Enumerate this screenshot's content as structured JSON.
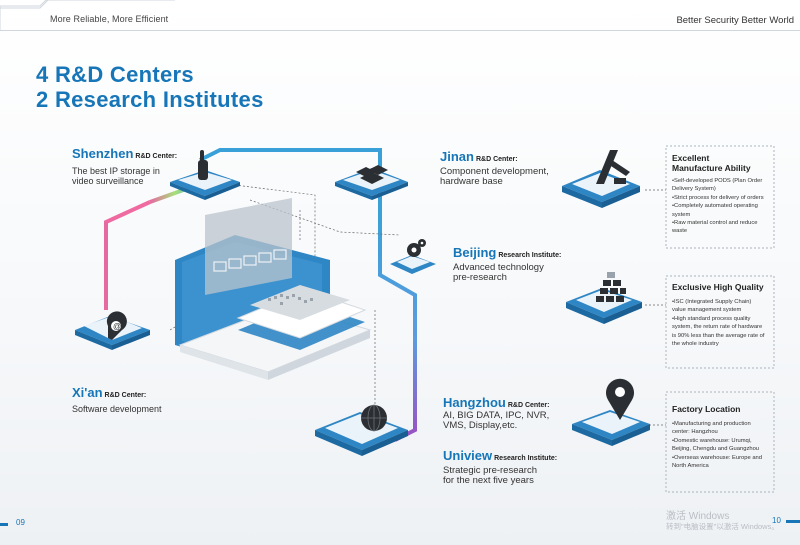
{
  "header": {
    "left_slogan": "More Reliable, More Efficient",
    "right_slogan": "Better Security Better World"
  },
  "title": {
    "line1": "4 R&D Centers",
    "line2": "2 Research Institutes"
  },
  "centers": {
    "shenzhen": {
      "name": "Shenzhen",
      "tag": "R&D Center:",
      "desc1": "The best IP storage in",
      "desc2": "video surveillance"
    },
    "xian": {
      "name": "Xi'an",
      "tag": "R&D Center:",
      "desc1": "Software development"
    },
    "jinan": {
      "name": "Jinan",
      "tag": "R&D Center:",
      "desc1": "Component development,",
      "desc2": "hardware base"
    },
    "beijing": {
      "name": "Beijing",
      "tag": "Research Institute:",
      "desc1": "Advanced technology",
      "desc2": "pre-research"
    },
    "hangzhou": {
      "name": "Hangzhou",
      "tag": "R&D Center:",
      "desc1": "AI, BIG DATA, IPC, NVR,",
      "desc2": "VMS, Display,etc."
    },
    "uniview": {
      "name": "Uniview",
      "tag": "Research Institute:",
      "desc1": "Strategic pre-research",
      "desc2": "for the next five years"
    }
  },
  "panels": {
    "manufacture": {
      "title1": "Excellent",
      "title2": "Manufacture Ability",
      "bullets": [
        "•Self-developed PODS (Plan Order",
        "Delivery System)",
        "•Strict process for delivery of orders",
        "•Completely automated operating",
        "system",
        "•Raw material control and reduce",
        "waste"
      ]
    },
    "quality": {
      "title1": "Exclusive High Quality",
      "bullets": [
        "•ISC (Integrated Supply Chain)",
        "value management system",
        "•High standard process quality",
        "system, the return rate of hardware",
        "is 90% less than the average rate of",
        "the whole industry"
      ]
    },
    "factory": {
      "title1": "Factory Location",
      "bullets": [
        "•Manufacturing and production",
        "center: Hangzhou",
        "•Domestic warehouse: Urumqi,",
        "Beijing, Chengdu and Guangzhou",
        "•Overseas warehouse: Europe and",
        "North America"
      ]
    }
  },
  "footer": {
    "page_left": "09",
    "page_right": "10",
    "watermark1": "激活 Windows",
    "watermark2": "转到\"电脑设置\"以激活 Windows。"
  },
  "colors": {
    "brand_blue": "#1676b8",
    "platform_blue": "#2f86c4",
    "path_gradient": [
      "#3aa0d8",
      "#f06aa0",
      "#9b4fc2"
    ]
  },
  "icons": [
    "hand-pointer-icon",
    "at-sign-icon",
    "cube-stack-icon",
    "gears-icon",
    "globe-icon",
    "robot-arm-icon",
    "stacked-blocks-icon",
    "location-pin-icon"
  ]
}
